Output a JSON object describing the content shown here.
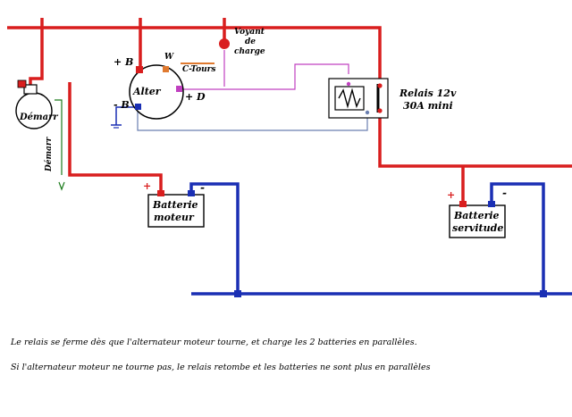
{
  "labels": {
    "starter": "Démarr",
    "starter_wire": "Démarr",
    "alternator": "Alter",
    "alt_b_plus": "+ B",
    "alt_b_minus": "- B",
    "alt_d_plus": "+ D",
    "alt_w": "W",
    "tach": "C-Tours",
    "lamp_line1": "Voyant",
    "lamp_line2": "de",
    "lamp_line3": "charge",
    "relay_line1": "Relais 12v",
    "relay_line2": "30A  mini",
    "batt_engine_line1": "Batterie",
    "batt_engine_line2": "moteur",
    "batt_service_line1": "Batterie",
    "batt_service_line2": "servitude",
    "plus": "+",
    "minus": "-"
  },
  "captions": [
    "Le relais se ferme dès que l'alternateur moteur tourne, et charge les 2 batteries en parallèles.",
    "Si  l'alternateur moteur  ne tourne pas, le relais retombe et les batteries ne sont plus en parallèles"
  ],
  "colors": {
    "positive": "#d91e1e",
    "negative": "#1a2fb4",
    "signal": "#c040c0",
    "thin": "#6a7fb0",
    "tach": "#e07a30",
    "ground": "#1a7a1a"
  }
}
